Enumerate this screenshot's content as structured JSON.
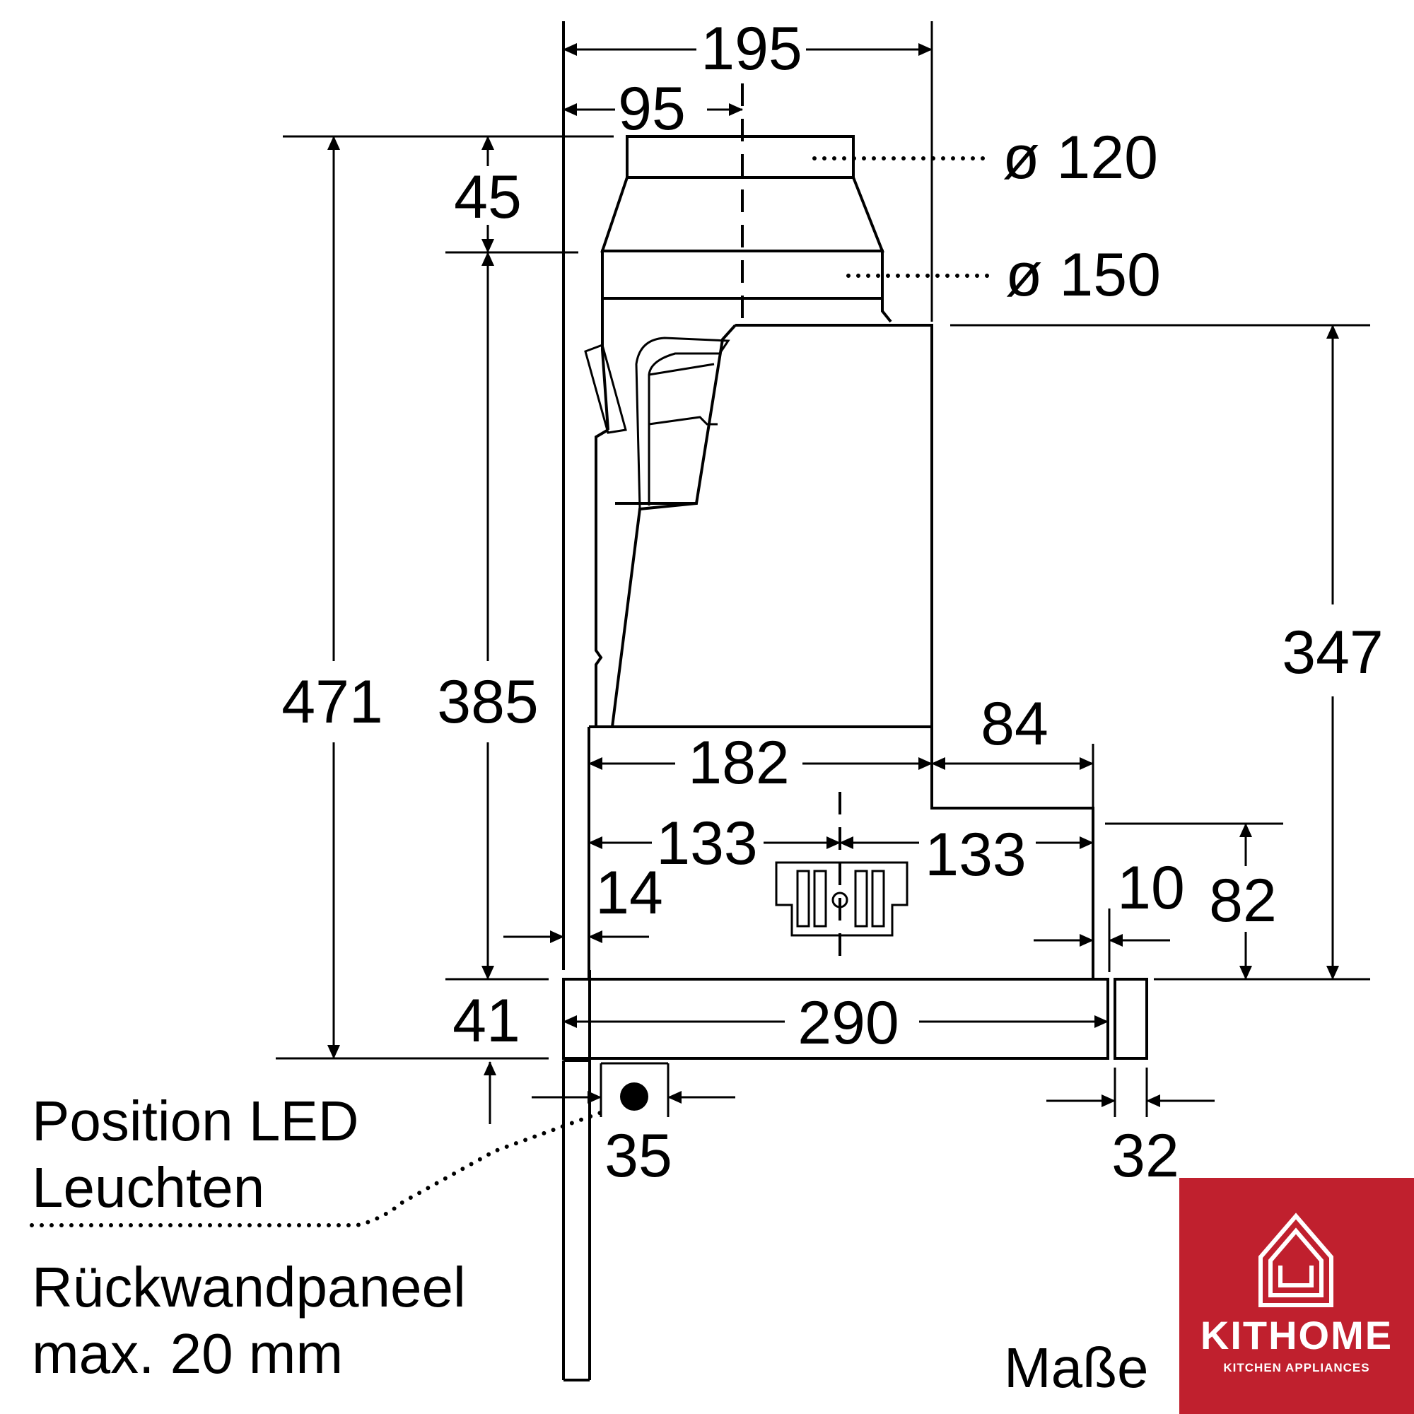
{
  "dimensions": {
    "d195": "195",
    "d95": "95",
    "d45": "45",
    "d471": "471",
    "d385": "385",
    "d347": "347",
    "d182": "182",
    "d84": "84",
    "d133_left": "133",
    "d133_right": "133",
    "d14": "14",
    "d10": "10",
    "d82": "82",
    "d41": "41",
    "d290": "290",
    "d35": "35",
    "d32": "32"
  },
  "diameters": {
    "top": "ø 120",
    "bottom": "ø 150"
  },
  "labels": {
    "led_line1": "Position LED",
    "led_line2": "Leuchten",
    "panel_line1": "Rückwandpaneel",
    "panel_line2": "max. 20 mm",
    "units": "Maße"
  },
  "logo": {
    "name": "KITHOME",
    "tagline": "KITCHEN APPLIANCES",
    "color": "#c0202e"
  }
}
